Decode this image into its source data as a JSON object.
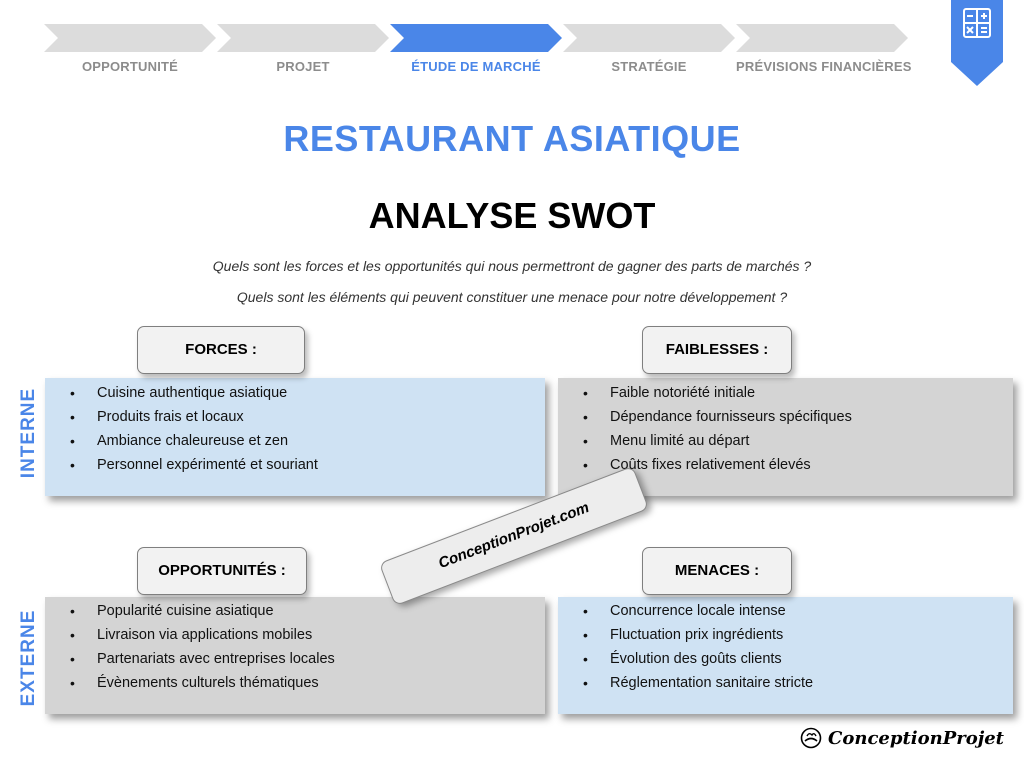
{
  "steps": [
    {
      "label": "OPPORTUNITÉ",
      "active": false
    },
    {
      "label": "PROJET",
      "active": false
    },
    {
      "label": "ÉTUDE DE MARCHÉ",
      "active": true
    },
    {
      "label": "STRATÉGIE",
      "active": false
    },
    {
      "label": "PRÉVISIONS FINANCIÈRES",
      "active": false
    }
  ],
  "title": "RESTAURANT ASIATIQUE",
  "subtitle": "ANALYSE SWOT",
  "questions": [
    "Quels sont les forces et les opportunités qui nous permettront de gagner des parts de marchés ?",
    "Quels sont les éléments qui peuvent constituer une menace pour notre développement ?"
  ],
  "axis": {
    "internal": "INTERNE",
    "external": "EXTERNE"
  },
  "quadrants": {
    "forces": {
      "title": "FORCES :",
      "items": [
        "Cuisine authentique asiatique",
        "Produits frais et locaux",
        "Ambiance chaleureuse et zen",
        "Personnel expérimenté et souriant"
      ]
    },
    "faiblesses": {
      "title": "FAIBLESSES :",
      "items": [
        "Faible notoriété initiale",
        "Dépendance fournisseurs spécifiques",
        "Menu limité au départ",
        "Coûts fixes relativement élevés"
      ]
    },
    "opportunites": {
      "title": "OPPORTUNITÉS :",
      "items": [
        "Popularité cuisine asiatique",
        "Livraison via applications mobiles",
        "Partenariats avec entreprises locales",
        "Évènements culturels thématiques"
      ]
    },
    "menaces": {
      "title": "MENACES :",
      "items": [
        "Concurrence locale intense",
        "Fluctuation prix ingrédients",
        "Évolution des goûts clients",
        "Réglementation sanitaire stricte"
      ]
    }
  },
  "watermark": "ConceptionProjet.com",
  "brand": "ConceptionProjet",
  "colors": {
    "accent": "#4a86e8",
    "inactive_step": "#dcdcdc",
    "blue_box": "#cfe2f3",
    "gray_box": "#d4d4d4"
  },
  "icons": {
    "bookmark": "calculator-icon",
    "brand": "chef-hat-icon"
  }
}
